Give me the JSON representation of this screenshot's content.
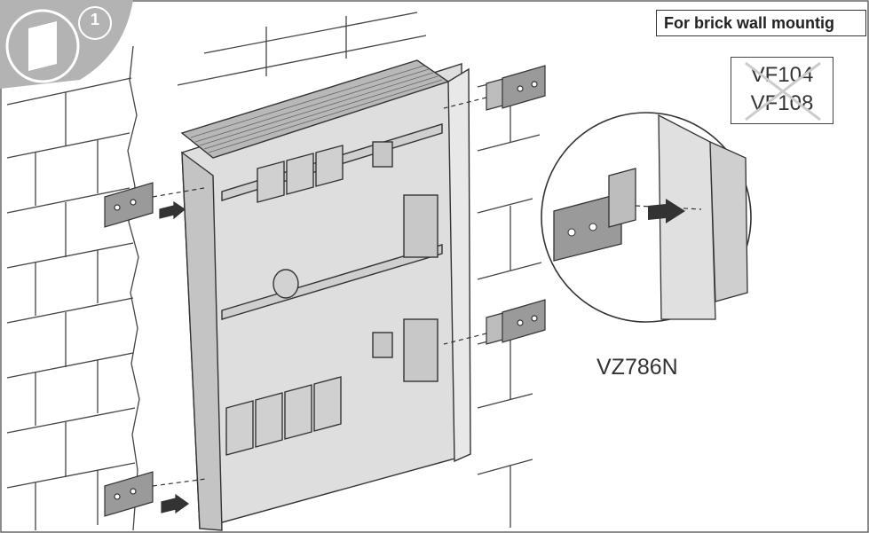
{
  "step": {
    "number": "1"
  },
  "header": {
    "label": "For brick wall mountig"
  },
  "models": {
    "excluded": [
      "VF104",
      "VF108"
    ]
  },
  "part": {
    "code": "VZ786N"
  },
  "colors": {
    "line": "#333333",
    "box_fill": "#dedede",
    "box_shade": "#c4c4c4",
    "lid_fill": "#b8b8b8",
    "bracket_fill": "#9a9a9a",
    "icon_fill": "#b3b3b3",
    "cross": "#cccccc"
  },
  "icons": [
    "step-icon",
    "bracket-icon",
    "arrow-icon",
    "cross-out-icon",
    "magnifier-circle-icon"
  ]
}
